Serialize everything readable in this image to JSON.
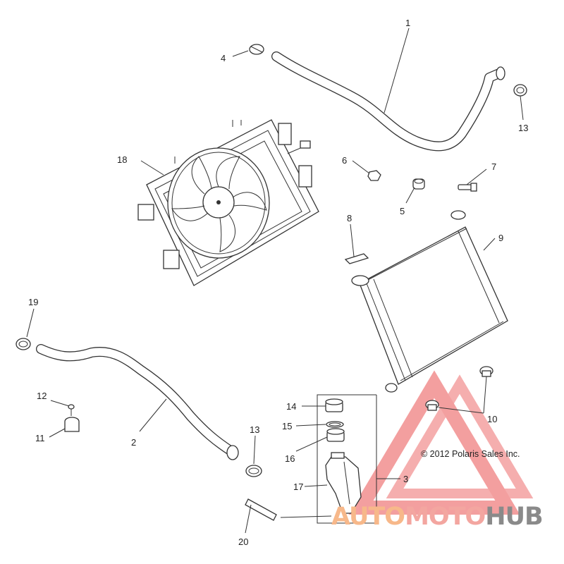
{
  "copyright": "© 2012  Polaris Sales Inc.",
  "watermark": {
    "auto": "AUTO",
    "moto": "MOTO",
    "hub": "HUB",
    "colors": {
      "auto": "#f7b88a",
      "moto": "#f3a6a0",
      "hub": "#8a8a8a",
      "triangle": "#f08080"
    }
  },
  "callouts": {
    "c1": "1",
    "c2": "2",
    "c3": "3",
    "c4": "4",
    "c5": "5",
    "c6": "6",
    "c7": "7",
    "c8": "8",
    "c9": "9",
    "c10": "10",
    "c11": "11",
    "c12": "12",
    "c13a": "13",
    "c13b": "13",
    "c14": "14",
    "c15": "15",
    "c16": "16",
    "c17": "17",
    "c18": "18",
    "c19": "19",
    "c20": "20"
  }
}
